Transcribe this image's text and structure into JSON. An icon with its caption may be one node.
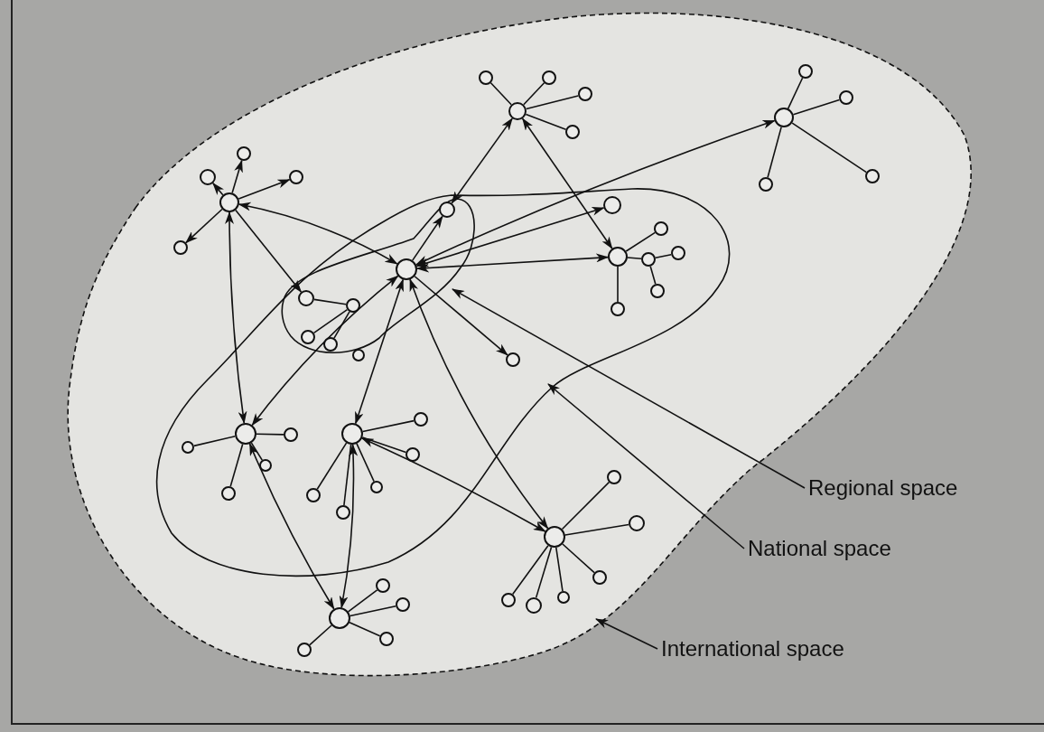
{
  "diagram": {
    "nodes": [
      {
        "text": [],
        "shape": "circle"
      },
      {
        "text": [],
        "shape": "circle"
      },
      {
        "text": [],
        "shape": "circle"
      },
      {
        "text": [],
        "shape": "circle"
      },
      {
        "text": [],
        "shape": "circle"
      },
      {
        "text": [],
        "shape": "circle"
      },
      {
        "text": [],
        "shape": "circle"
      },
      {
        "text": [],
        "shape": "circle"
      },
      {
        "text": [],
        "shape": "circle"
      },
      {
        "text": [],
        "shape": "circle"
      },
      {
        "text": [],
        "shape": "circle"
      },
      {
        "text": [],
        "shape": "circle"
      },
      {
        "text": [],
        "shape": "circle"
      },
      {
        "text": [],
        "shape": "circle"
      },
      {
        "text": [],
        "shape": "circle"
      },
      {
        "text": [],
        "shape": "circle"
      },
      {
        "text": [],
        "shape": "circle"
      },
      {
        "text": [],
        "shape": "circle"
      },
      {
        "text": [],
        "shape": "circle"
      },
      {
        "text": [],
        "shape": "circle"
      },
      {
        "text": [],
        "shape": "circle"
      },
      {
        "text": [],
        "shape": "circle"
      },
      {
        "text": [],
        "shape": "circle"
      },
      {
        "text": [],
        "shape": "circle"
      },
      {
        "text": [],
        "shape": "circle"
      },
      {
        "text": [],
        "shape": "circle"
      },
      {
        "text": [],
        "shape": "circle"
      },
      {
        "text": [],
        "shape": "circle"
      },
      {
        "text": [],
        "shape": "circle"
      },
      {
        "text": [],
        "shape": "circle"
      },
      {
        "text": [],
        "shape": "circle"
      },
      {
        "text": [],
        "shape": "circle"
      },
      {
        "text": [],
        "shape": "circle"
      },
      {
        "text": [],
        "shape": "circle"
      },
      {
        "text": [],
        "shape": "circle"
      },
      {
        "text": [],
        "shape": "circle"
      },
      {
        "text": [],
        "shape": "circle"
      },
      {
        "text": [],
        "shape": "circle"
      },
      {
        "text": [],
        "shape": "circle"
      },
      {
        "text": [],
        "shape": "circle"
      },
      {
        "text": [],
        "shape": "circle"
      },
      {
        "text": [],
        "shape": "circle"
      },
      {
        "text": [],
        "shape": "circle"
      },
      {
        "text": [],
        "shape": "circle"
      },
      {
        "text": [],
        "shape": "circle"
      },
      {
        "text": [],
        "shape": "circle"
      },
      {
        "text": [],
        "shape": "circle"
      },
      {
        "text": [],
        "shape": "circle"
      },
      {
        "text": [],
        "shape": "circle"
      },
      {
        "text": [],
        "shape": "circle"
      },
      {
        "text": [],
        "shape": "circle"
      },
      {
        "text": [],
        "shape": "circle"
      },
      {
        "text": [],
        "shape": "circle"
      },
      {
        "text": [
          "Regional space"
        ]
      },
      {
        "text": [
          "National space"
        ]
      },
      {
        "text": [
          "International space"
        ]
      }
    ],
    "edges": [
      {
        "from": 0,
        "to": 1,
        "arrow": "to"
      },
      {
        "from": 0,
        "to": 2,
        "arrow": "to"
      },
      {
        "from": 0,
        "to": 3,
        "arrow": "to"
      },
      {
        "from": 0,
        "to": 4,
        "arrow": "to"
      },
      {
        "from": 5,
        "to": 6,
        "arrow": "none"
      },
      {
        "from": 5,
        "to": 7,
        "arrow": "none"
      },
      {
        "from": 5,
        "to": 8,
        "arrow": "none"
      },
      {
        "from": 5,
        "to": 9,
        "arrow": "none"
      },
      {
        "from": 10,
        "to": 11,
        "arrow": "none"
      },
      {
        "from": 10,
        "to": 12,
        "arrow": "none"
      },
      {
        "from": 10,
        "to": 13,
        "arrow": "none"
      },
      {
        "from": 10,
        "to": 14,
        "arrow": "none"
      },
      {
        "from": 16,
        "to": 15,
        "arrow": "to"
      },
      {
        "from": 18,
        "to": 19,
        "arrow": "none"
      },
      {
        "from": 19,
        "to": 20,
        "arrow": "none"
      },
      {
        "from": 19,
        "to": 21,
        "arrow": "none"
      },
      {
        "from": 23,
        "to": 24,
        "arrow": "none"
      },
      {
        "from": 23,
        "to": 25,
        "arrow": "none"
      },
      {
        "from": 25,
        "to": 26,
        "arrow": "none"
      },
      {
        "from": 25,
        "to": 27,
        "arrow": "none"
      },
      {
        "from": 23,
        "to": 28,
        "arrow": "none"
      },
      {
        "from": 30,
        "to": 31,
        "arrow": "none"
      },
      {
        "from": 30,
        "to": 32,
        "arrow": "none"
      },
      {
        "from": 30,
        "to": 33,
        "arrow": "none"
      },
      {
        "from": 30,
        "to": 34,
        "arrow": "none"
      },
      {
        "from": 35,
        "to": 36,
        "arrow": "none"
      },
      {
        "from": 35,
        "to": 37,
        "arrow": "none"
      },
      {
        "from": 35,
        "to": 38,
        "arrow": "none"
      },
      {
        "from": 35,
        "to": 39,
        "arrow": "none"
      },
      {
        "from": 35,
        "to": 40,
        "arrow": "none"
      },
      {
        "from": 41,
        "to": 42,
        "arrow": "none"
      },
      {
        "from": 41,
        "to": 43,
        "arrow": "none"
      },
      {
        "from": 41,
        "to": 44,
        "arrow": "none"
      },
      {
        "from": 41,
        "to": 45,
        "arrow": "none"
      },
      {
        "from": 41,
        "to": 46,
        "arrow": "none"
      },
      {
        "from": 41,
        "to": 47,
        "arrow": "none"
      },
      {
        "from": 48,
        "to": 49,
        "arrow": "none"
      },
      {
        "from": 48,
        "to": 50,
        "arrow": "none"
      },
      {
        "from": 48,
        "to": 51,
        "arrow": "none"
      },
      {
        "from": 48,
        "to": 52,
        "arrow": "none"
      },
      {
        "from": 5,
        "to": 15,
        "arrow": "both"
      },
      {
        "from": 5,
        "to": 23,
        "arrow": "both"
      },
      {
        "from": 0,
        "to": 16,
        "arrow": "both"
      },
      {
        "from": 0,
        "to": 18,
        "arrow": "to"
      },
      {
        "from": 0,
        "to": 30,
        "arrow": "both"
      },
      {
        "from": 16,
        "to": 10,
        "arrow": "both"
      },
      {
        "from": 16,
        "to": 17,
        "arrow": "both"
      },
      {
        "from": 16,
        "to": 23,
        "arrow": "both"
      },
      {
        "from": 16,
        "to": 29,
        "arrow": "to"
      },
      {
        "from": 16,
        "to": 30,
        "arrow": "both"
      },
      {
        "from": 16,
        "to": 35,
        "arrow": "both"
      },
      {
        "from": 16,
        "to": 41,
        "arrow": "both"
      },
      {
        "from": 35,
        "to": 48,
        "arrow": "both"
      },
      {
        "from": 30,
        "to": 48,
        "arrow": "both"
      },
      {
        "from": 35,
        "to": 41,
        "arrow": "both"
      },
      {
        "from": 53,
        "to": null,
        "arrow": "to"
      },
      {
        "from": 54,
        "to": null,
        "arrow": "to"
      },
      {
        "from": 55,
        "to": null,
        "arrow": "to"
      }
    ]
  }
}
